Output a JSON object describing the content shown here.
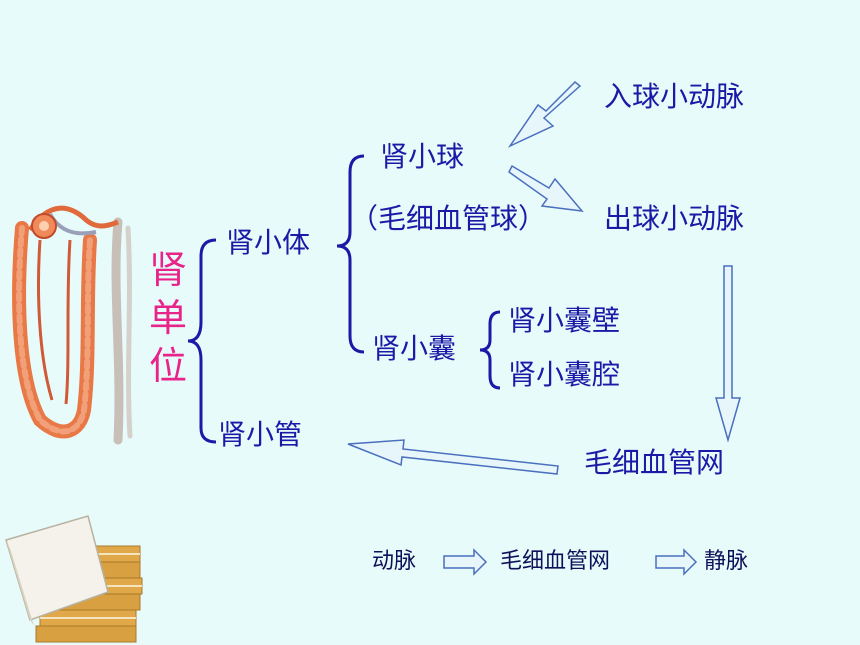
{
  "title_chars": [
    "肾",
    "单",
    "位"
  ],
  "labels": {
    "renal_corpuscle": "肾小体",
    "renal_tubule": "肾小管",
    "glomerulus": "肾小球",
    "glomerulus_alt": "（毛细血管球）",
    "capsule": "肾小囊",
    "capsule_wall": "肾小囊壁",
    "capsule_cavity": "肾小囊腔",
    "afferent": "入球小动脉",
    "efferent": "出球小动脉",
    "capillary_net": "毛细血管网"
  },
  "flow": {
    "artery": "动脉",
    "capillary": "毛细血管网",
    "vein": "静脉"
  },
  "colors": {
    "background": "#e8fbfb",
    "text": "#1a1aa6",
    "title": "#e8248a",
    "bracket": "#1a1aa6",
    "arrow_fill": "#e6f6fb",
    "arrow_stroke": "#4a6fbf"
  },
  "icons": [
    "nephron-illustration",
    "book-stack-icon"
  ]
}
